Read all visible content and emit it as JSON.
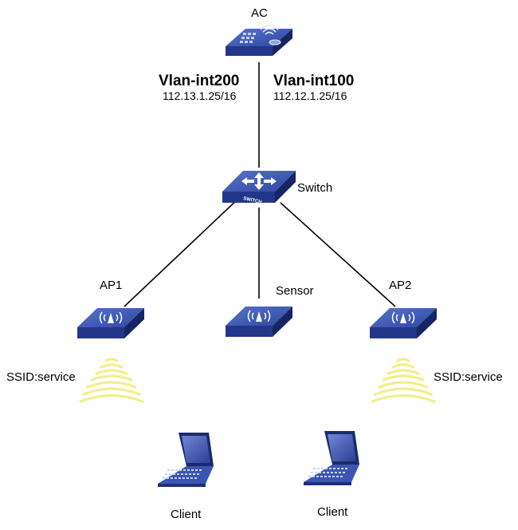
{
  "nodes": {
    "ac": {
      "label": "AC"
    },
    "switch": {
      "label": "Switch",
      "badge": "SWITCH"
    },
    "ap1": {
      "label": "AP1"
    },
    "sensor": {
      "label": "Sensor"
    },
    "ap2": {
      "label": "AP2"
    },
    "client1": {
      "label": "Client"
    },
    "client2": {
      "label": "Client"
    }
  },
  "interfaces": {
    "left": {
      "name": "Vlan-int200",
      "ip": "112.13.1.25/16"
    },
    "right": {
      "name": "Vlan-int100",
      "ip": "112.12.1.25/16"
    }
  },
  "ssid": {
    "ap1": "SSID:service",
    "ap2": "SSID:service"
  },
  "colors": {
    "device_top": "#3a55b0",
    "device_side": "#1d2f78",
    "signal": "#f2ee8c",
    "link": "#000000"
  }
}
